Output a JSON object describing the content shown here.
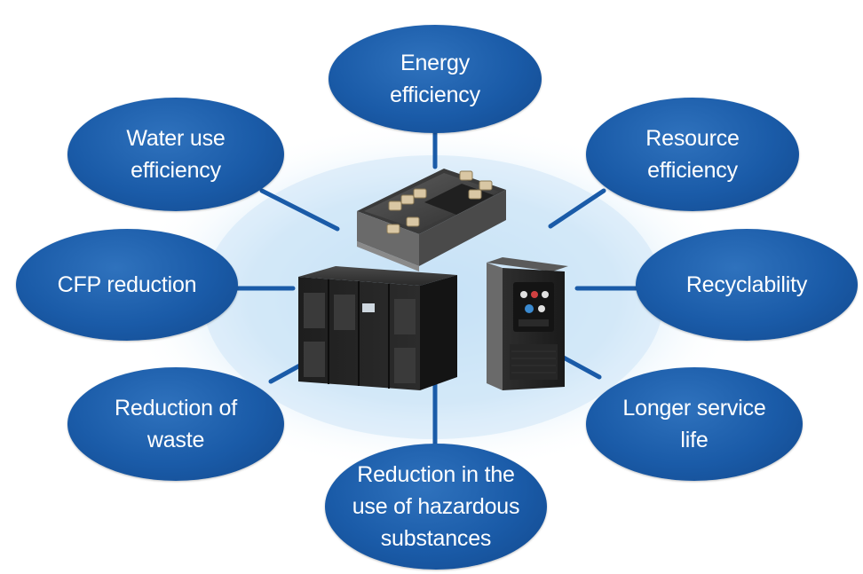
{
  "diagram": {
    "center_images": [
      {
        "name": "power-module-image",
        "description_icon": "igbt-module"
      },
      {
        "name": "ups-cabinet-image",
        "description_icon": "ups-cabinet"
      },
      {
        "name": "inverter-drive-image",
        "description_icon": "inverter-drive"
      }
    ],
    "nodes": [
      {
        "id": "energy",
        "label": "Energy\nefficiency"
      },
      {
        "id": "resource",
        "label": "Resource\nefficiency"
      },
      {
        "id": "recyclability",
        "label": "Recyclability"
      },
      {
        "id": "longer-life",
        "label": "Longer service\nlife"
      },
      {
        "id": "hazardous",
        "label": "Reduction in the\nuse of hazardous\nsubstances"
      },
      {
        "id": "waste",
        "label": "Reduction of\nwaste"
      },
      {
        "id": "cfp",
        "label": "CFP reduction"
      },
      {
        "id": "water",
        "label": "Water use\nefficiency"
      }
    ],
    "colors": {
      "bubble": "#1a5ba8",
      "connector": "#1a5ba8",
      "halo": "#cfe6f7",
      "label": "#ffffff"
    }
  }
}
